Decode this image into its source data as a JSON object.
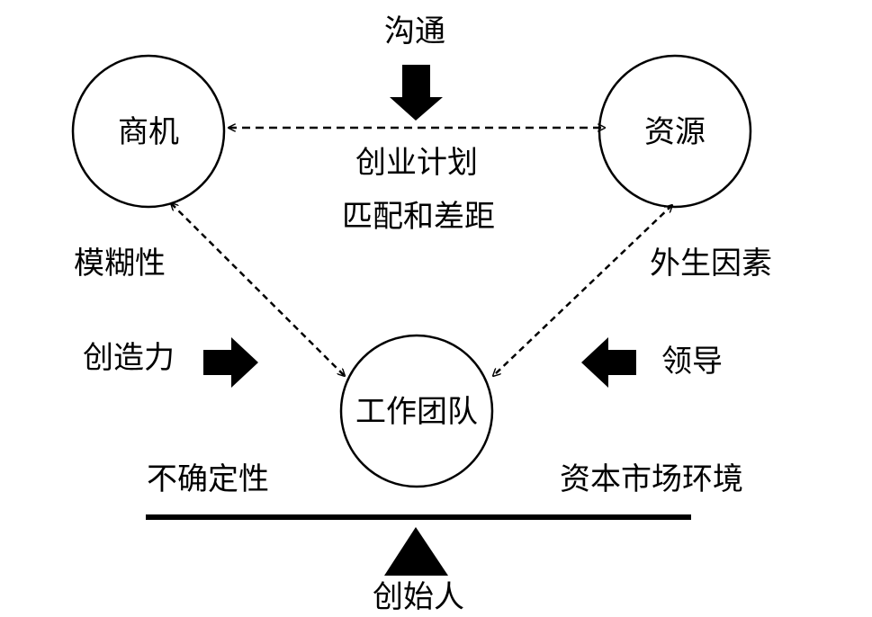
{
  "nodes": {
    "opportunity": "商机",
    "resources": "资源",
    "team": "工作团队"
  },
  "labels": {
    "communication": "沟通",
    "business_plan": "创业计划",
    "fit_and_gap": "匹配和差距",
    "ambiguity": "模糊性",
    "exogenous_factors": "外生因素",
    "creativity": "创造力",
    "leadership": "领导",
    "uncertainty": "不确定性",
    "capital_market": "资本市场环境",
    "founder": "创始人"
  },
  "colors": {
    "stroke": "#000000",
    "background": "#ffffff"
  }
}
